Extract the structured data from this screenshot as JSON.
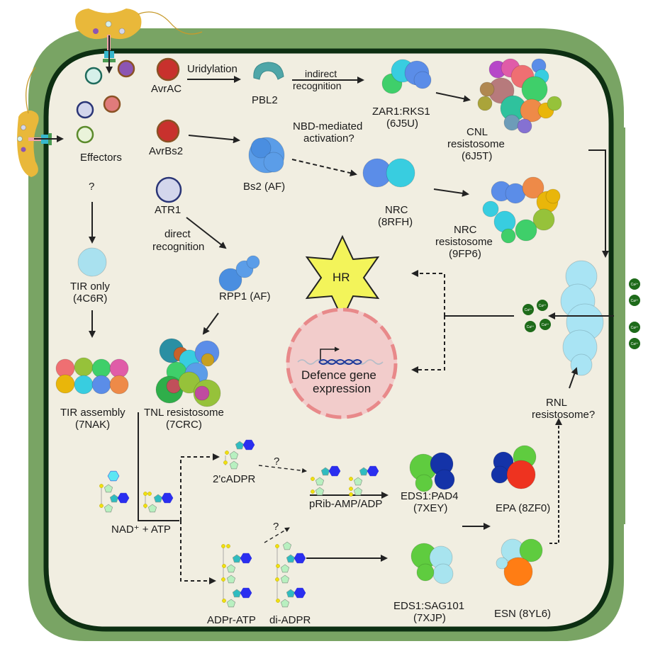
{
  "colors": {
    "cell_wall": "#79a464",
    "membrane": "#0d2f12",
    "cytoplasm": "#f1eee1",
    "bacterium": "#e9b83a",
    "hr_star": "#f3f45a",
    "nucleus": "#f2cccb",
    "nucleus_border": "#e8898a",
    "calcium": "#1e6b1a",
    "arrow": "#222222"
  },
  "effectors": {
    "label": "Effectors",
    "circles": [
      {
        "name": "effector-teal",
        "fill": "#d6f0ea",
        "stroke": "#1f6b5c"
      },
      {
        "name": "effector-purple",
        "fill": "#8c55b3",
        "stroke": "#8a5224"
      },
      {
        "name": "effector-pink",
        "fill": "#e07b7b",
        "stroke": "#8a5224"
      },
      {
        "name": "effector-lavender",
        "fill": "#d3d6ec",
        "stroke": "#2a3576"
      },
      {
        "name": "effector-green",
        "fill": "#eaf3da",
        "stroke": "#5b8a2b"
      }
    ]
  },
  "nodes": {
    "avrac": {
      "label": "AvrAC",
      "fill": "#c8312d",
      "stroke": "#8a5224"
    },
    "avrbs2": {
      "label": "AvrBs2",
      "fill": "#c8312d",
      "stroke": "#8a5224"
    },
    "atr1": {
      "label": "ATR1",
      "fill": "#d3d6ec",
      "stroke": "#2a3576"
    },
    "pbl2": {
      "label": "PBL2"
    },
    "zar1": {
      "label_line1": "ZAR1:RKS1",
      "label_line2": "(6J5U)"
    },
    "cnl": {
      "label_line1": "CNL",
      "label_line2": "resistosome",
      "label_line3": "(6J5T)"
    },
    "bs2": {
      "label": "Bs2 (AF)"
    },
    "nrc": {
      "label_line1": "NRC",
      "label_line2": "(8RFH)"
    },
    "nrc_res": {
      "label_line1": "NRC",
      "label_line2": "resistosome",
      "label_line3": "(9FP6)"
    },
    "unknown": {
      "label": "?"
    },
    "tir_only": {
      "label_line1": "TIR only",
      "label_line2": "(4C6R)"
    },
    "rpp1": {
      "label": "RPP1 (AF)"
    },
    "tir_assembly": {
      "label_line1": "TIR assembly",
      "label_line2": "(7NAK)"
    },
    "tnl": {
      "label_line1": "TNL resistosome",
      "label_line2": "(7CRC)"
    },
    "hr": {
      "label": "HR"
    },
    "nucleus": {
      "label_line1": "Defence gene",
      "label_line2": "expression"
    },
    "nad_atp": {
      "label": "NAD⁺ + ATP"
    },
    "cadpr": {
      "label": "2'cADPR"
    },
    "prib": {
      "label": "pRib-AMP/ADP"
    },
    "adpr_atp": {
      "label": "ADPr-ATP"
    },
    "di_adpr": {
      "label": "di-ADPR"
    },
    "eds1_pad4": {
      "label_line1": "EDS1:PAD4",
      "label_line2": "(7XEY)"
    },
    "epa": {
      "label": "EPA (8ZF0)"
    },
    "eds1_sag101": {
      "label_line1": "EDS1:SAG101",
      "label_line2": "(7XJP)"
    },
    "esn": {
      "label": "ESN (8YL6)"
    },
    "rnl": {
      "label_line1": "RNL",
      "label_line2": "resistosome?"
    }
  },
  "edge_labels": {
    "uridylation": "Uridylation",
    "indirect_1": "indirect",
    "indirect_2": "recognition",
    "nbd_1": "NBD-mediated",
    "nbd_2": "activation?",
    "direct_1": "direct",
    "direct_2": "recognition",
    "q_cadpr": "?",
    "q_diadpr": "?"
  },
  "calcium": {
    "ion_label": "Ca²⁺"
  }
}
